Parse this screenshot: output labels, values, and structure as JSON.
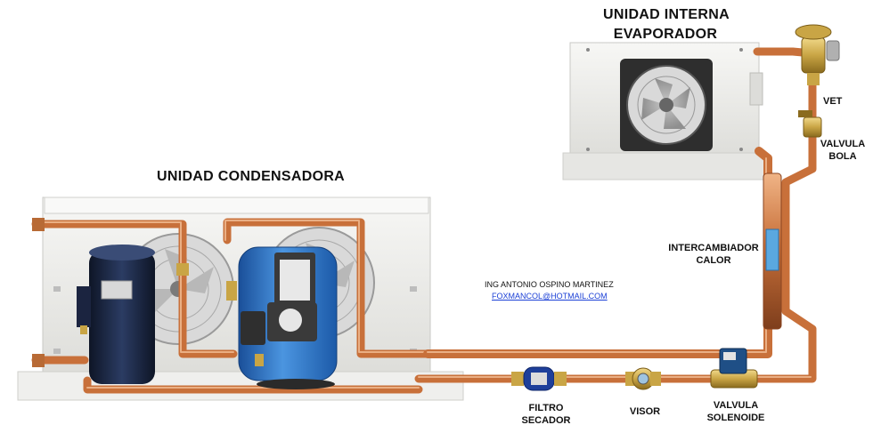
{
  "labels": {
    "condensing_unit": "UNIDAD CONDENSADORA",
    "evaporator_line1": "UNIDAD INTERNA",
    "evaporator_line2": "EVAPORADOR",
    "vet": "VET",
    "ball_valve_line1": "VALVULA",
    "ball_valve_line2": "BOLA",
    "heat_exchanger_line1": "INTERCAMBIADOR",
    "heat_exchanger_line2": "CALOR",
    "filter_line1": "FILTRO",
    "filter_line2": "SECADOR",
    "sight_glass": "VISOR",
    "solenoid_line1": "VALVULA",
    "solenoid_line2": "SOLENOIDE"
  },
  "credit": {
    "author": "ING ANTONIO OSPINO MARTINEZ",
    "email": "FOXMANCOL@HOTMAIL.COM"
  },
  "colors": {
    "copper": "#c8703a",
    "copper_dark": "#8a4420",
    "compressor_blue": "#2f78c8",
    "receiver_navy": "#1d2a4a",
    "cabinet": "#eeeeec",
    "valve_brass": "#c9a545",
    "link": "#1a3fd6"
  }
}
